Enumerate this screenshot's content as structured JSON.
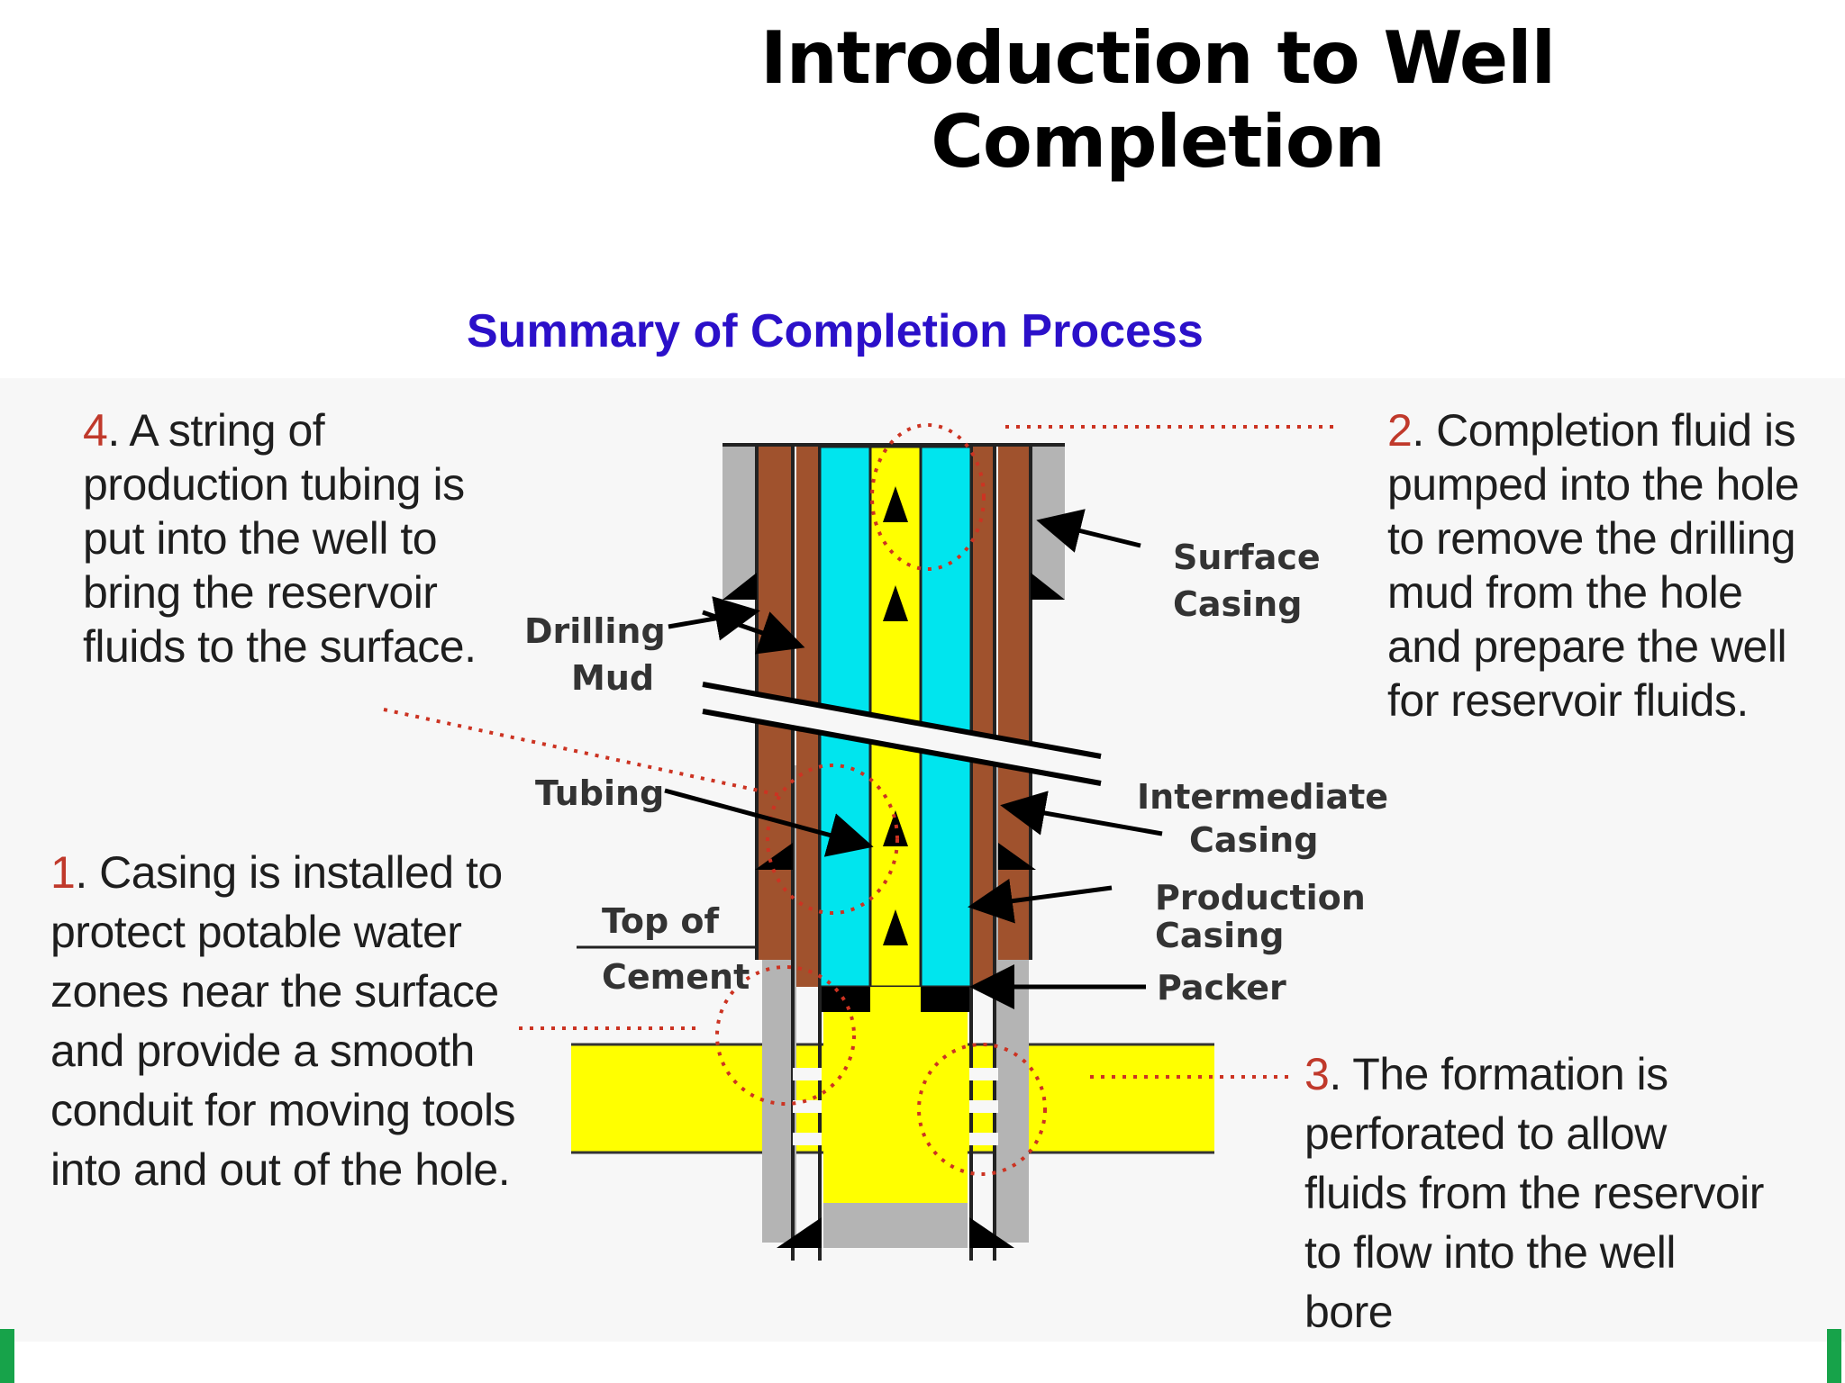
{
  "title": "Introduction to Well Completion",
  "subtitle": "Summary of Completion Process",
  "steps": [
    {
      "num": "4",
      "text": ". A string of production tubing is put into the well to bring the reservoir fluids to the surface."
    },
    {
      "num": "2",
      "text": ". Completion fluid is pumped into the hole to remove the drilling mud from the hole and prepare the well for reservoir fluids."
    },
    {
      "num": "1",
      "text": ". Casing is installed to protect potable water zones near the surface and provide a smooth conduit for moving tools into and out of the hole."
    },
    {
      "num": "3",
      "text": ". The formation is perforated to allow fluids from the reservoir to flow into the well bore"
    }
  ],
  "labels": {
    "drilling_mud_1": "Drilling",
    "drilling_mud_2": "Mud",
    "tubing": "Tubing",
    "top_of": "Top of",
    "cement": "Cement",
    "surface_casing_1": "Surface",
    "surface_casing_2": "Casing",
    "intermediate_1": "Intermediate",
    "intermediate_2": "Casing",
    "production_1": "Production",
    "production_2": "Casing",
    "packer": "Packer"
  },
  "colors": {
    "title": "#000000",
    "subtitle": "#2b10c9",
    "step_number": "#c0392b",
    "casing_brown": "#a0522d",
    "tubing_cyan": "#00e5ee",
    "fluid_yellow": "#ffff00",
    "cement_gray": "#b4b4b4",
    "dotted_red": "#cc3322",
    "corner_marker": "#17a34a"
  }
}
